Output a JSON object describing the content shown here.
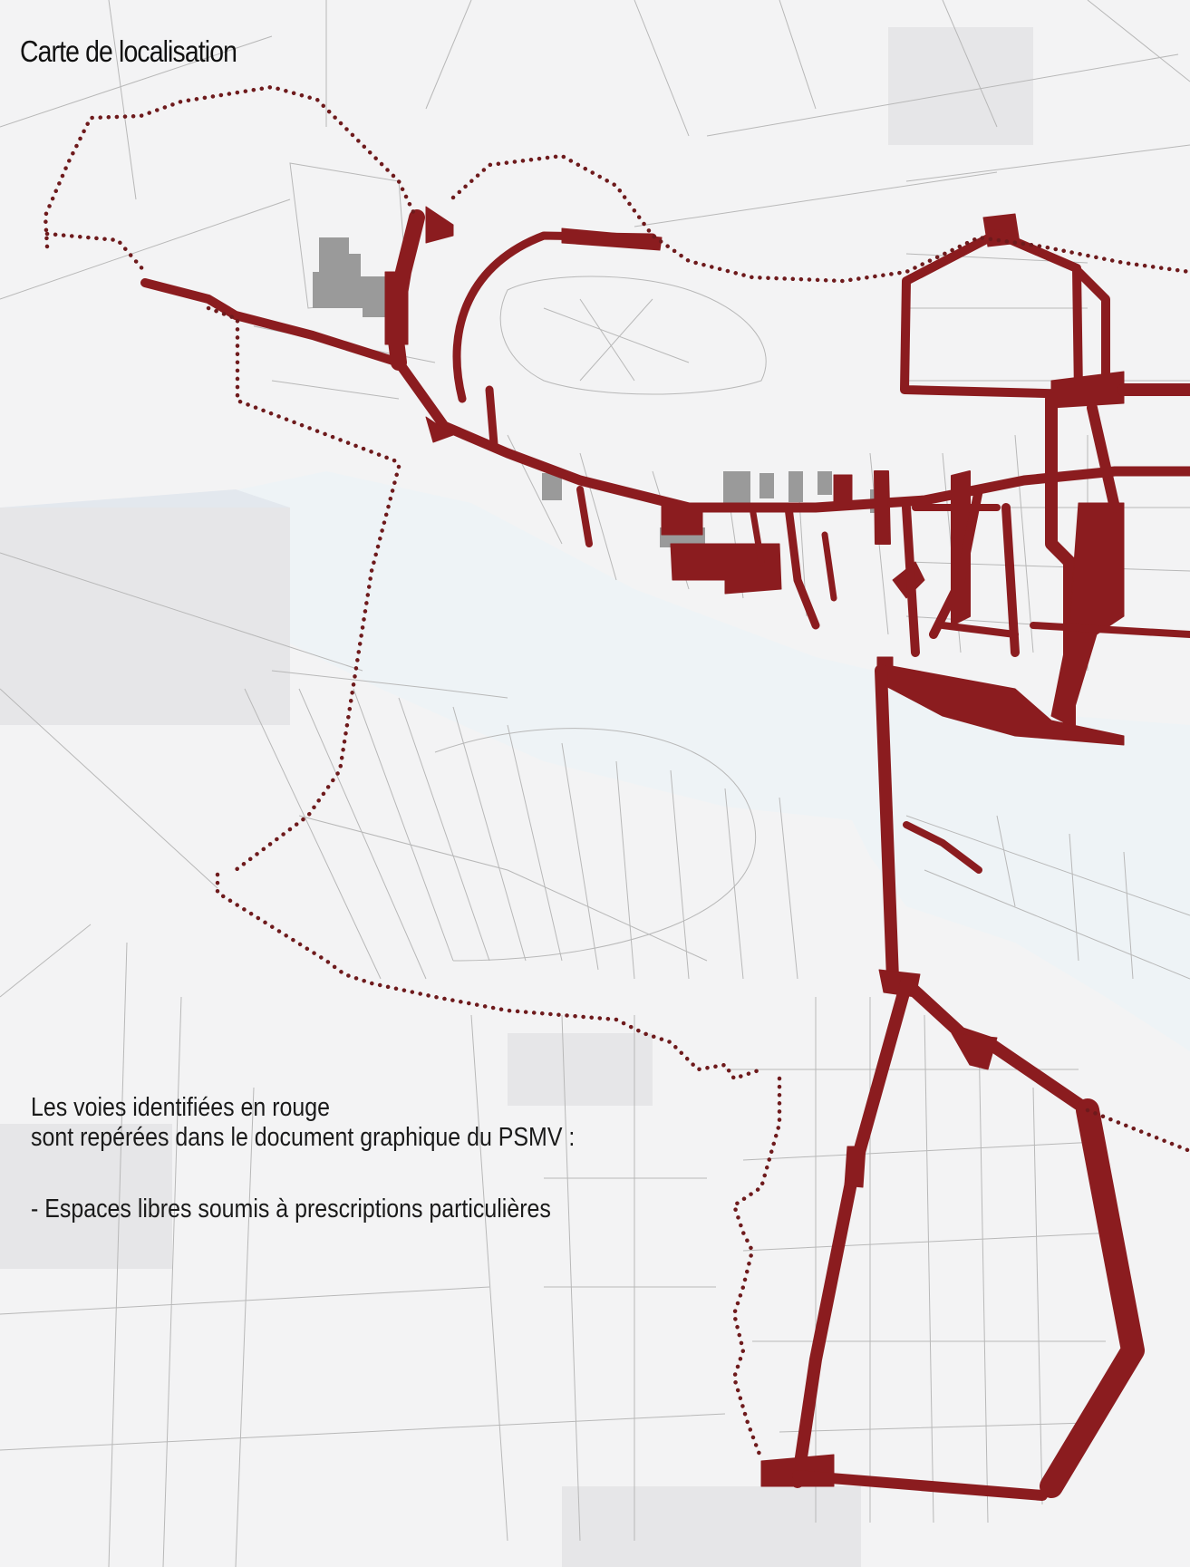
{
  "title": "Carte de localisation",
  "legend": {
    "line1": "Les voies identifiées en rouge",
    "line2": "sont repérées dans le document graphique du PSMV :",
    "item": "- Espaces libres soumis à prescriptions particulières"
  },
  "colors": {
    "highlighted_streets": "#8b1c1f",
    "perimeter_dots": "#6e1a1c",
    "river": "#eef3f6",
    "buildings_grey": "#9a9a9a",
    "parcels": "#b8b8b8"
  }
}
